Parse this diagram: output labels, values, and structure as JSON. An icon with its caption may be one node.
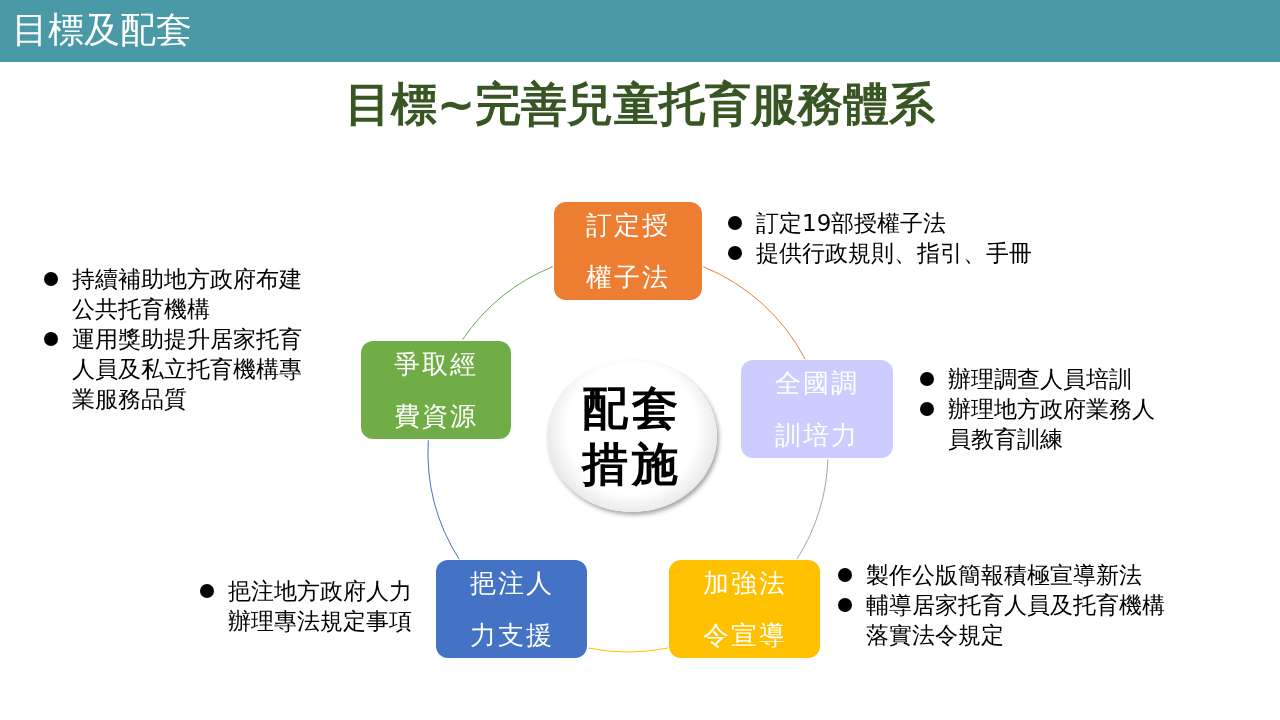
{
  "diagram": {
    "title": "目標及配套",
    "nodes": [
      {
        "text": [
          "訂定授權子法"
        ],
        "beside": [
          "訂定19部授權子法",
          "提供行政規則、指引、手冊"
        ]
      },
      {
        "text": [
          "全國調訓培力"
        ],
        "beside": [
          "辦理調查人員培訓",
          "辦理地方政府業務人員教育訓練"
        ]
      },
      {
        "text": [
          "爭取經費資源"
        ],
        "beside": [
          "持續補助地方政府布建公共托育機構",
          "運用獎助提升居家托育人員及私立托育機構專業服務品質"
        ]
      },
      {
        "text": [
          "配套措施"
        ]
      },
      {
        "text": [
          "挹注人力支援"
        ],
        "beside": [
          "挹注地方政府人力辦理專法規定事項"
        ]
      },
      {
        "text": [
          "加強法令宣導"
        ],
        "beside": [
          "製作公版簡報積極宣導新法",
          "輔導居家托育人員及托育機構落實法令規定"
        ]
      }
    ],
    "edges": [
      {
        "from": 0,
        "to": 1,
        "arrow": "none",
        "color": "#ed7d31"
      },
      {
        "from": 1,
        "to": 5,
        "arrow": "none",
        "color": "#a5a5a5"
      },
      {
        "from": 5,
        "to": 4,
        "arrow": "none",
        "color": "#ffc000"
      },
      {
        "from": 4,
        "to": 2,
        "arrow": "none",
        "color": "#4472c4"
      },
      {
        "from": 2,
        "to": 0,
        "arrow": "none",
        "color": "#70ad47"
      }
    ],
    "labels": [
      "目標~完善兒童托育服務體系"
    ]
  }
}
